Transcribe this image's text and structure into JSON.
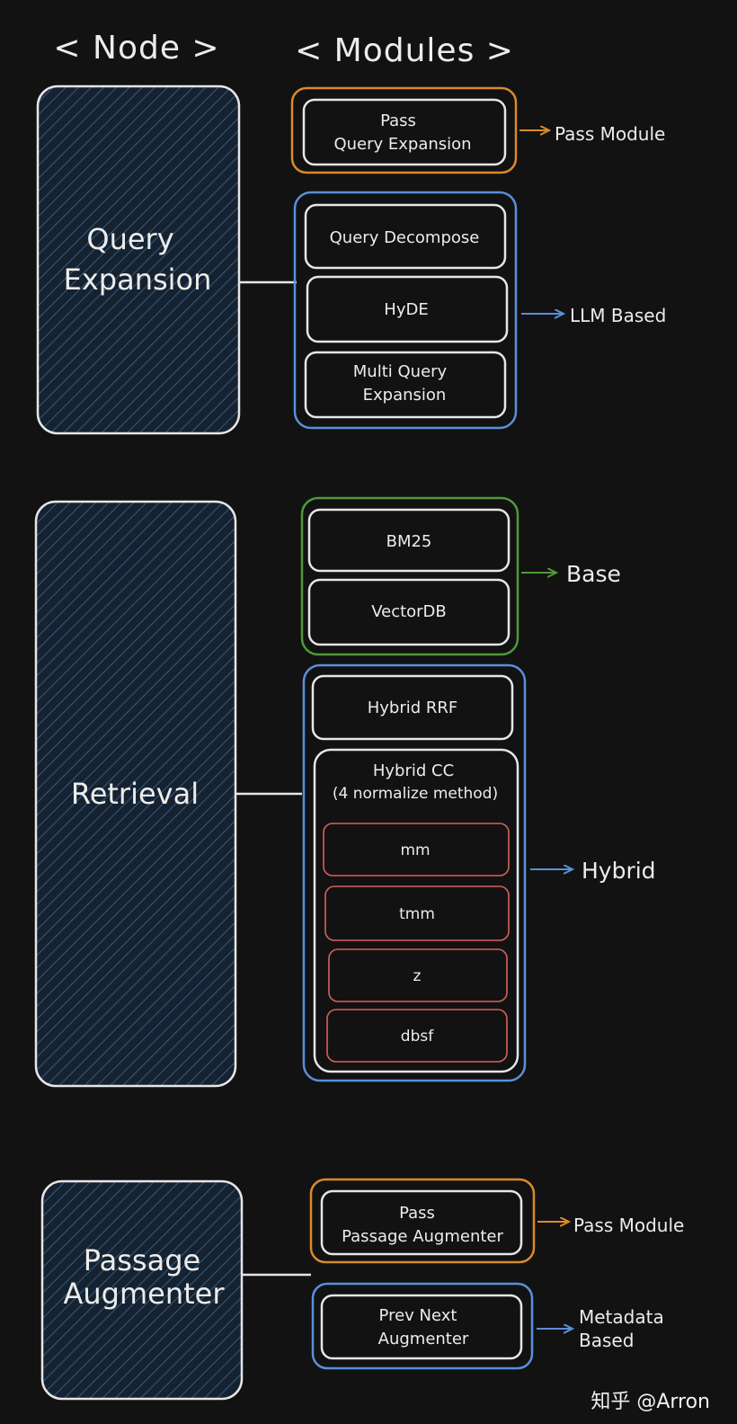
{
  "headers": {
    "node": "< Node >",
    "modules": "< Modules >"
  },
  "colors": {
    "background": "#121212",
    "pass": "#d98a2b",
    "llm": "#5b8fd9",
    "base": "#4e9a3a",
    "hybrid": "#5b8fd9",
    "normalize": "#d9605a",
    "box": "#e6e6e6"
  },
  "nodes": [
    {
      "label": [
        "Query",
        "Expansion"
      ]
    },
    {
      "label": [
        "Retrieval"
      ]
    },
    {
      "label": [
        "Passage",
        "Augmenter"
      ]
    }
  ],
  "groups": {
    "qe_pass": {
      "label": "Pass Module",
      "modules": [
        [
          "Pass",
          "Query Expansion"
        ]
      ]
    },
    "qe_llm": {
      "label": "LLM Based",
      "modules": [
        [
          "Query Decompose"
        ],
        [
          "HyDE"
        ],
        [
          "Multi Query",
          "Expansion"
        ]
      ]
    },
    "ret_base": {
      "label": "Base",
      "modules": [
        [
          "BM25"
        ],
        [
          "VectorDB"
        ]
      ]
    },
    "ret_hybrid": {
      "label": "Hybrid",
      "modules": [
        [
          "Hybrid RRF"
        ]
      ],
      "cc": {
        "label": [
          "Hybrid CC",
          "(4 normalize method)"
        ],
        "methods": [
          "mm",
          "tmm",
          "z",
          "dbsf"
        ]
      }
    },
    "pa_pass": {
      "label": "Pass Module",
      "modules": [
        [
          "Pass",
          "Passage Augmenter"
        ]
      ]
    },
    "pa_meta": {
      "label": [
        "Metadata",
        "Based"
      ],
      "modules": [
        [
          "Prev Next",
          "Augmenter"
        ]
      ]
    }
  },
  "watermark": "知乎 @Arron"
}
